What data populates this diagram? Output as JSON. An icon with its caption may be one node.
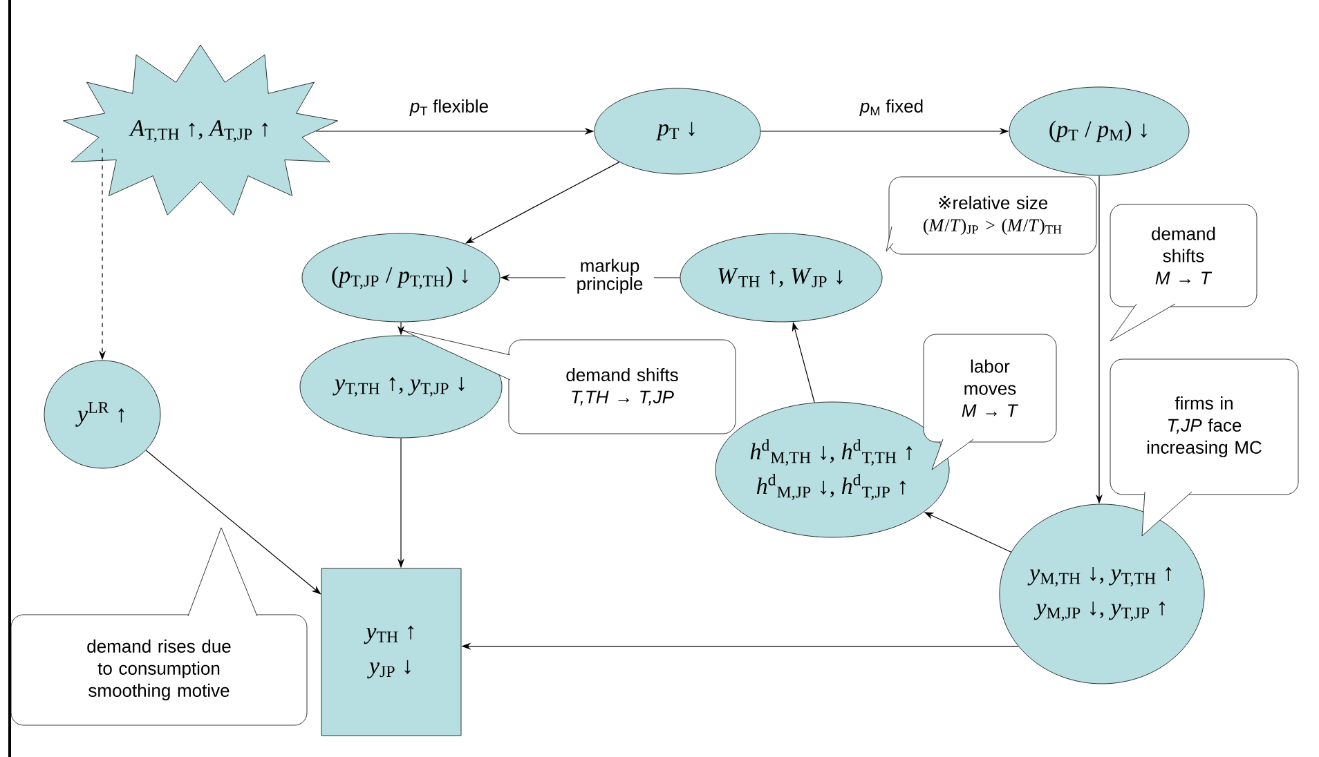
{
  "diagram": {
    "nodes": [
      {
        "text": [
          "*A*$_{T,TH}$ ↑, *A*$_{T,JP}$ ↑"
        ]
      },
      {
        "text": [
          "*p*$_{T}$ ↓"
        ]
      },
      {
        "text": [
          "(*p*$_{T}$ / *p*$_{M}$) ↓"
        ]
      },
      {
        "text": [
          "(*p*$_{T,JP}$ / *p*$_{T,TH}$) ↓"
        ]
      },
      {
        "text": [
          "※relative size",
          "(*M*/*T*)$_{JP}$ > (*M*/*T*)$_{TH}$"
        ]
      },
      {
        "text": [
          "*W*$_{TH}$ ↑, *W*$_{JP}$ ↓"
        ]
      },
      {
        "text": [
          "demand shifts *M* → *T*"
        ]
      },
      {
        "text": [
          "*y*$^{LR}$ ↑"
        ]
      },
      {
        "text": [
          "demand shifts *T,TH* → *T,JP*"
        ]
      },
      {
        "text": [
          "*y*$_{T,TH}$ ↑, *y*$_{T,JP}$ ↓"
        ]
      },
      {
        "text": [
          "labor moves *M* → *T*"
        ]
      },
      {
        "text": [
          "*h*$^{d}$$_{M,TH}$ ↓, *h*$^{d}$$_{T,TH}$ ↑",
          "*h*$^{d}$$_{M,JP}$ ↓, *h*$^{d}$$_{T,JP}$ ↑"
        ]
      },
      {
        "text": [
          "firms in *T,JP* face increasing MC"
        ]
      },
      {
        "text": [
          "*y*$_{TH}$ ↑",
          "*y*$_{JP}$ ↓"
        ]
      },
      {
        "text": [
          "*y*$_{M,TH}$ ↓, *y*$_{T,TH}$ ↑",
          "*y*$_{M,JP}$ ↓, *y*$_{T,JP}$ ↑"
        ]
      },
      {
        "text": [
          "demand rises due to consumption smoothing motive"
        ]
      }
    ],
    "edges": [
      {
        "from": 0,
        "to": 1,
        "arrow": "to",
        "label": "*p*$_{T}$ flexible"
      },
      {
        "from": 1,
        "to": 2,
        "arrow": "to",
        "label": "*p*$_{M}$ fixed"
      },
      {
        "from": 1,
        "to": 3,
        "arrow": "to"
      },
      {
        "from": 5,
        "to": 3,
        "arrow": "to",
        "label": "markup principle"
      },
      {
        "from": 0,
        "to": 7,
        "arrow": "to",
        "style": "dashed"
      },
      {
        "from": 3,
        "to": 9,
        "arrow": "to"
      },
      {
        "from": 2,
        "to": 14,
        "arrow": "to"
      },
      {
        "from": 14,
        "to": 11,
        "arrow": "to"
      },
      {
        "from": 11,
        "to": 5,
        "arrow": "to"
      },
      {
        "from": 7,
        "to": 13,
        "arrow": "to"
      },
      {
        "from": 9,
        "to": 13,
        "arrow": "to"
      },
      {
        "from": 14,
        "to": 13,
        "arrow": "to"
      }
    ]
  }
}
